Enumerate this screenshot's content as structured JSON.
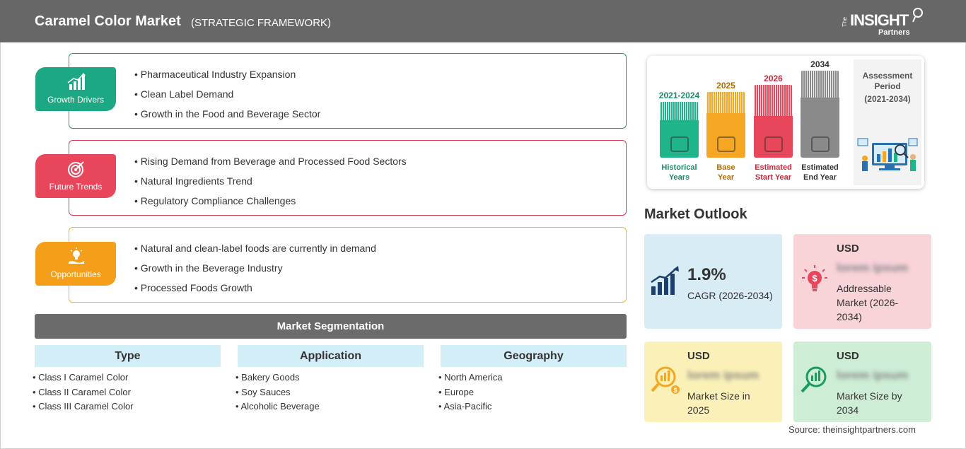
{
  "header": {
    "title": "Caramel Color Market",
    "subtitle": "(STRATEGIC FRAMEWORK)",
    "logo": {
      "the": "The",
      "insight": "INSIGHT",
      "partners": "Partners"
    }
  },
  "framework": [
    {
      "label": "Growth Drivers",
      "icon": "bar-chart-growth-icon",
      "color": "#1ba882",
      "items": [
        "Pharmaceutical Industry Expansion",
        "Clean Label Demand",
        "Growth in the Food and Beverage Sector"
      ]
    },
    {
      "label": "Future Trends",
      "icon": "target-icon",
      "color": "#e8465a",
      "items": [
        "Rising Demand from Beverage and Processed Food Sectors",
        "Natural Ingredients Trend",
        "Regulatory Compliance Challenges"
      ]
    },
    {
      "label": "Opportunities",
      "icon": "lightbulb-hand-icon",
      "color": "#f59e1a",
      "items": [
        "Natural and clean-label foods are currently in demand",
        "Growth in the Beverage Industry",
        "Processed Foods Growth"
      ]
    }
  ],
  "segmentation": {
    "title": "Market Segmentation",
    "columns": [
      {
        "heading": "Type",
        "items": [
          "Class I Caramel Color",
          "Class II Caramel Color",
          "Class III Caramel Color"
        ]
      },
      {
        "heading": "Application",
        "items": [
          "Bakery Goods",
          "Soy Sauces",
          "Alcoholic Beverage"
        ]
      },
      {
        "heading": "Geography",
        "items": [
          "North America",
          "Europe",
          "Asia-Pacific"
        ]
      }
    ]
  },
  "assessment": {
    "title": "Assessment Period",
    "period": "(2021-2034)",
    "columns": [
      {
        "year": "2021-2024",
        "caption1": "Historical",
        "caption2": "Years",
        "color": "#1fb48a",
        "year_color": "#1a8a6a"
      },
      {
        "year": "2025",
        "caption1": "Base",
        "caption2": "Year",
        "color": "#f5a623",
        "year_color": "#b36b00"
      },
      {
        "year": "2026",
        "caption1": "Estimated",
        "caption2": "Start Year",
        "color": "#e8465a",
        "year_color": "#c8283c"
      },
      {
        "year": "2034",
        "caption1": "Estimated",
        "caption2": "End Year",
        "color": "#8a8a8a",
        "year_color": "#333333"
      }
    ]
  },
  "outlook": {
    "title": "Market Outlook",
    "cagr": {
      "value": "1.9%",
      "label": "CAGR (2026-2034)"
    },
    "addressable": {
      "currency": "USD",
      "value": "lorem ipsum",
      "label_line1": "Addressable",
      "label_line2": "Market (2026-",
      "label_line3": "2034)"
    },
    "size_2025": {
      "currency": "USD",
      "value": "lorem ipsum",
      "label_line1": "Market Size in",
      "label_line2": "2025"
    },
    "size_2034": {
      "currency": "USD",
      "value": "lorem ipsum",
      "label_line1": "Market Size by",
      "label_line2": "2034"
    }
  },
  "source": "Source: theinsightpartners.com"
}
